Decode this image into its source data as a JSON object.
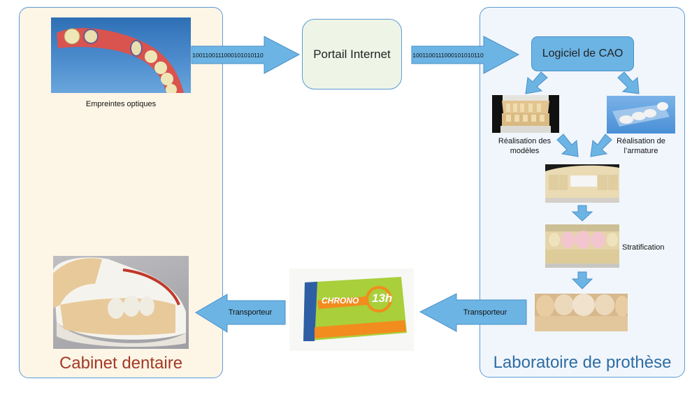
{
  "colors": {
    "arrow_fill": "#6cb4e4",
    "arrow_stroke": "#4a90c8",
    "left_panel_bg": "#fdf5e6",
    "right_panel_bg": "#f1f6fc",
    "panel_border": "#5b9bd5",
    "left_title": "#a33a26",
    "right_title": "#2e6da4",
    "portal_bg": "#eef4e6",
    "cao_bg": "#6cb4e4"
  },
  "left_panel": {
    "title": "Cabinet dentaire",
    "optical_impression_caption": "Empreintes optiques"
  },
  "right_panel": {
    "title": "Laboratoire de prothèse",
    "cao_node": "Logiciel de CAO",
    "models_caption_line1": "Réalisation des",
    "models_caption_line2": "modèles",
    "framework_caption_line1": "Réalisation de",
    "framework_caption_line2": "l’armature",
    "stratification_caption": "Stratification"
  },
  "center": {
    "portal_node": "Portail Internet",
    "package": {
      "brand": "CHRONO",
      "service": "13h"
    }
  },
  "arrows": {
    "binary_1": "1001100111000101010110",
    "binary_2": "1001100111000101010110",
    "transport_1": "Transporteur",
    "transport_2": "Transporteur"
  }
}
